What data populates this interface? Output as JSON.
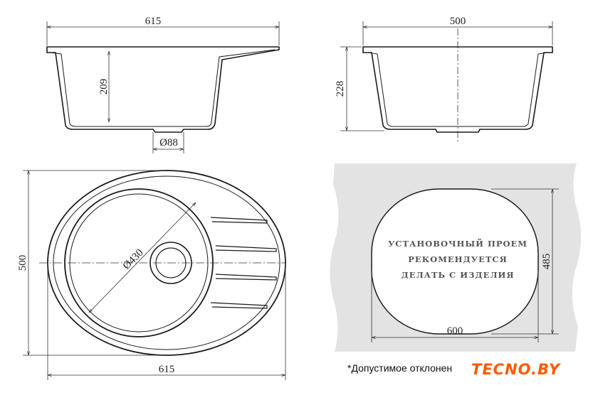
{
  "dimensions": {
    "side_width": "615",
    "side_depth": "209",
    "drain_diameter": "Ø88",
    "front_width": "500",
    "front_depth": "228",
    "top_height": "500",
    "top_width": "615",
    "bowl_diameter": "Ø430",
    "cutout_height": "485",
    "cutout_width": "600"
  },
  "cutout_text": [
    "УСТАНОВОЧНЫЙ ПРОЕМ",
    "РЕКОМЕНДУЕТСЯ",
    "ДЕЛАТЬ С ИЗДЕЛИЯ"
  ],
  "footnote": "*Допустимое отклонен",
  "logo": "TECNO.BY",
  "colors": {
    "line": "#1a1a1a",
    "countertop": "#e3e3e3",
    "logo": "#ff5a00"
  }
}
